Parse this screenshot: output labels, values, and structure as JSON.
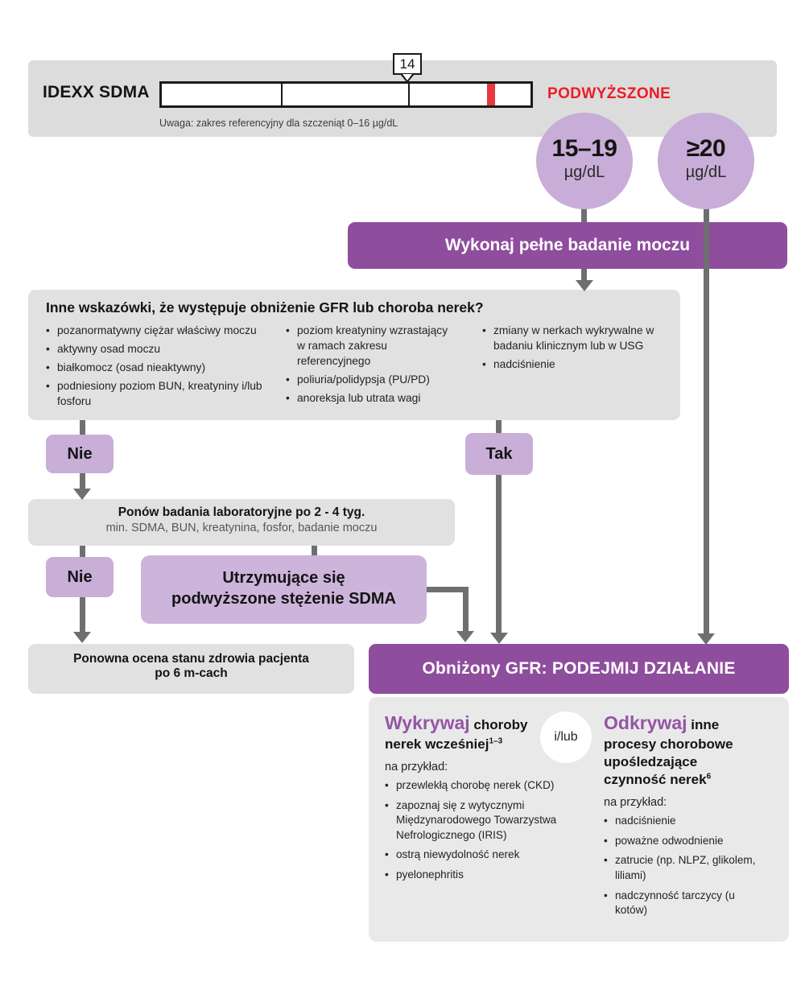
{
  "colors": {
    "purple_dark": "#8f4d9d",
    "purple_light": "#c9aed8",
    "purple_heading": "#9455a4",
    "gray_box": "#e1e1e2",
    "panel_gray": "#e9e9ea",
    "arrow_gray": "#6f6f71",
    "alert_red": "#ec1b23",
    "marker_red": "#e8393d"
  },
  "header": {
    "test_label": "IDEXX SDMA",
    "callout_value": "14",
    "status_label": "PODWYŻSZONE",
    "reference_note": "Uwaga: zakres referencyjny dla szczeniąt 0–16 µg/dL"
  },
  "ranges": [
    {
      "value": "15–19",
      "unit": "µg/dL"
    },
    {
      "value": "≥20",
      "unit": "µg/dL"
    }
  ],
  "banners": {
    "urinalysis": "Wykonaj pełne badanie moczu",
    "action": "Obniżony GFR: PODEJMIJ DZIAŁANIE"
  },
  "question_box": {
    "title": "Inne wskazówki, że występuje obniżenie GFR lub choroba nerek?",
    "col1": [
      "pozanormatywny ciężar właściwy moczu",
      "aktywny osad moczu",
      "białkomocz (osad nieaktywny)",
      "podniesiony poziom BUN, kreatyniny i/lub fosforu"
    ],
    "col2": [
      "poziom kreatyniny wzrastający w ramach zakresu referencyjnego",
      "poliuria/polidypsja (PU/PD)",
      "anoreksja lub utrata wagi"
    ],
    "col3": [
      "zmiany w nerkach wykrywalne w badaniu klinicznym lub w USG",
      "nadciśnienie"
    ]
  },
  "decision": {
    "no1": "Nie",
    "yes": "Tak",
    "no2": "Nie"
  },
  "retest_box": {
    "title": "Ponów badania laboratoryjne po 2 - 4 tyg.",
    "subtitle": "min. SDMA, BUN, kreatynina, fosfor, badanie moczu"
  },
  "persistent_box": {
    "line1": "Utrzymujące się",
    "line2": "podwyższone stężenie SDMA"
  },
  "reassess_box": {
    "line1": "Ponowna ocena stanu zdrowia pacjenta",
    "line2": "po 6 m-cach"
  },
  "action_panel": {
    "connector": "i/lub",
    "left": {
      "highlight": "Wykrywaj",
      "after_highlight": " choroby",
      "line2": "nerek wcześniej",
      "sup": "1–3",
      "intro": "na przykład:",
      "items": [
        "przewlekłą chorobę nerek (CKD)",
        "zapoznaj się z wytycznymi Międzynarodowego Towarzystwa Nefrologicznego (IRIS)",
        "ostrą niewydolność nerek",
        "pyelonephritis"
      ]
    },
    "right": {
      "highlight": "Odkrywaj",
      "after_highlight": " inne",
      "line2": "procesy chorobowe",
      "line3": "upośledzające",
      "line4": "czynność nerek",
      "sup": "6",
      "intro": "na przykład:",
      "items": [
        "nadciśnienie",
        "poważne odwodnienie",
        "zatrucie (np. NLPZ, glikolem, liliami)",
        "nadczynność tarczycy (u kotów)"
      ]
    }
  }
}
